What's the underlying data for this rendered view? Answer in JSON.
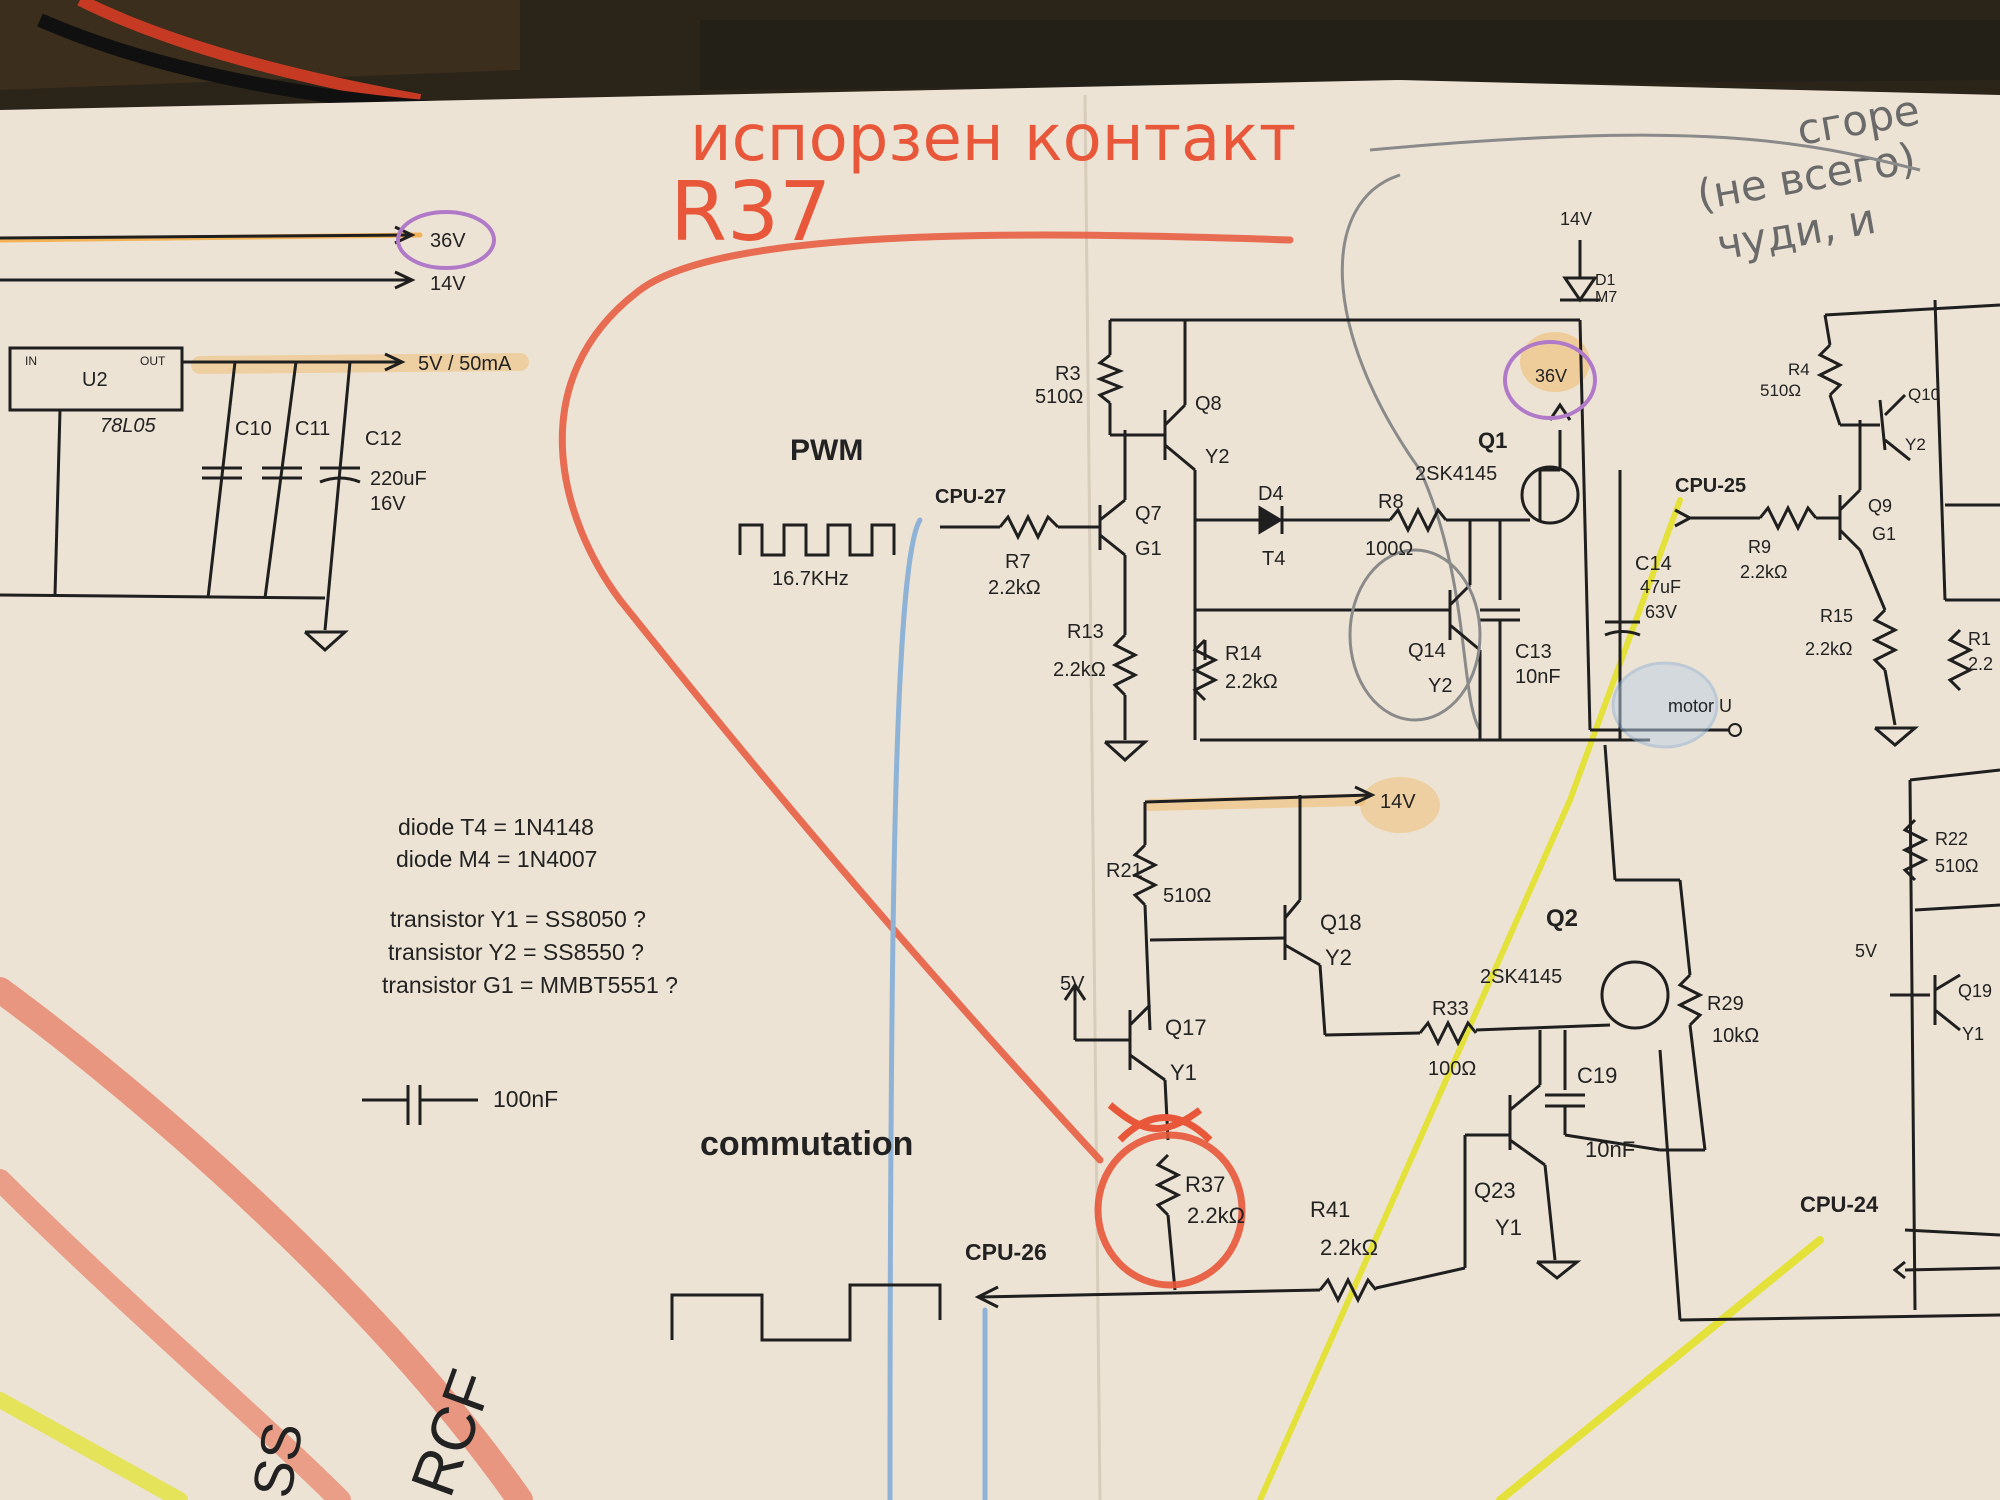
{
  "handwritten": {
    "title_ru": "испорзен контакт",
    "ref": "R37",
    "corner_note_1": "сгоре",
    "corner_note_2": "(не всего)",
    "corner_note_3": "чуди, и"
  },
  "rails": {
    "v36": "36V",
    "v14": "14V",
    "v5_50": "5V / 50mA",
    "v5": "5V"
  },
  "regulator": {
    "name": "U2",
    "part": "78L05",
    "in": "IN",
    "out": "OUT",
    "c10": "C10",
    "c11": "C11",
    "c12": "C12",
    "c12_val": "220uF",
    "c12_volt": "16V"
  },
  "pwm": {
    "title": "PWM",
    "freq": "16.7KHz",
    "cpu27": "CPU-27",
    "r7": "R7",
    "r7_val": "2.2kΩ",
    "r3": "R3",
    "r3_val": "510Ω",
    "q8": "Q8",
    "q8_type": "Y2",
    "q7": "Q7",
    "q7_type": "G1",
    "r13": "R13",
    "r13_val": "2.2kΩ",
    "d1": "D1",
    "d1_type": "M7",
    "d4": "D4",
    "d4_type": "T4",
    "r8": "R8",
    "r8_val": "100Ω",
    "r14": "R14",
    "r14_val": "2.2kΩ",
    "q14": "Q14",
    "q14_type": "Y2",
    "c13": "C13",
    "c13_val": "10nF",
    "q1": "Q1",
    "q1_part": "2SK4145",
    "c14": "C14",
    "c14_val": "47uF",
    "c14_volt": "63V",
    "motor": "motor U",
    "cpu25": "CPU-25",
    "r9": "R9",
    "r9_val": "2.2kΩ",
    "r4": "R4",
    "r4_val": "510Ω",
    "q10": "Q10",
    "q10_type": "Y2",
    "q9": "Q9",
    "q9_type": "G1",
    "r15": "R15",
    "r15_val": "2.2kΩ",
    "r16_partial": "R1",
    "r16_val_partial": "2.2"
  },
  "notes": {
    "line1": "diode T4 = 1N4148",
    "line2": "diode M4 = 1N4007",
    "line3": "transistor Y1 = SS8050 ?",
    "line4": "transistor Y2 = SS8550 ?",
    "line5": "transistor G1 = MMBT5551 ?",
    "cap_legend": "100nF"
  },
  "commutation": {
    "title": "commutation",
    "cpu26": "CPU-26",
    "r21": "R21",
    "r21_val": "510Ω",
    "q18": "Q18",
    "q18_type": "Y2",
    "q17": "Q17",
    "q17_type": "Y1",
    "r37": "R37",
    "r37_val": "2.2kΩ",
    "r41": "R41",
    "r41_val": "2.2kΩ",
    "q2": "Q2",
    "q2_part": "2SK4145",
    "r33": "R33",
    "r33_val": "100Ω",
    "r29": "R29",
    "r29_val": "10kΩ",
    "c19": "C19",
    "c19_val": "10nF",
    "q23": "Q23",
    "q23_type": "Y1",
    "cpu24": "CPU-24",
    "r22": "R22",
    "r22_val": "510Ω",
    "q19_partial": "Q19",
    "q19_type": "Y1"
  },
  "margin_fragments": {
    "f1": "RCF",
    "f2": "SS"
  },
  "colors": {
    "paper": "#ece3d4",
    "ink": "#1f1f1f",
    "red_pencil": "#e8573a",
    "yellow_pencil": "#e4e23a",
    "blue_pencil": "#8fb3d6",
    "orange_highlight": "#f3b256",
    "purple_circle": "#b17ac9"
  }
}
